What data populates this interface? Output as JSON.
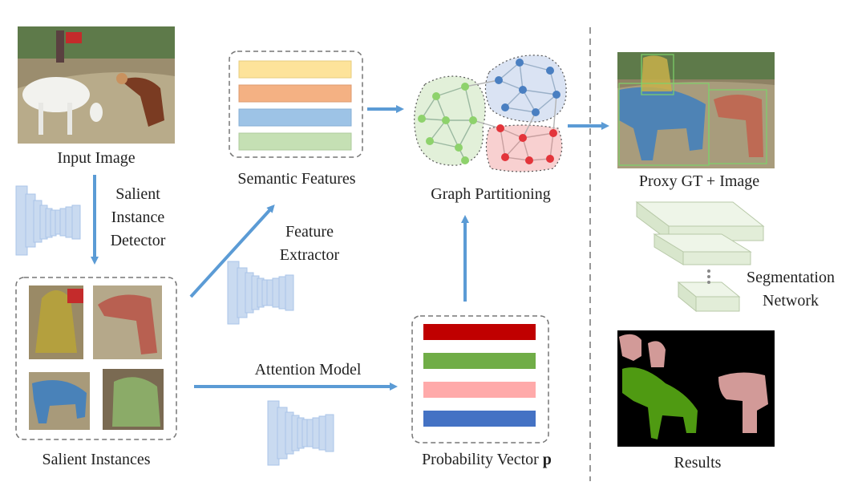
{
  "labels": {
    "input_image": "Input Image",
    "detector": [
      "Salient",
      "Instance",
      "Detector"
    ],
    "salient_instances": "Salient Instances",
    "semantic_features": "Semantic Features",
    "feature_extractor": [
      "Feature",
      "Extractor"
    ],
    "graph_partitioning": "Graph Partitioning",
    "attention_model": "Attention Model",
    "probability_vector": "Probability Vector",
    "probability_vector_symbol": "p",
    "proxy_gt": "Proxy GT + Image",
    "segmentation_network": [
      "Segmentation",
      "Network"
    ],
    "results": "Results"
  },
  "colors": {
    "arrow": "#5b9bd5",
    "feature_bars": [
      "#fde39a",
      "#f4b183",
      "#9dc3e6",
      "#c5e0b4"
    ],
    "prob_bars": [
      "#c00000",
      "#70ad47",
      "#ffaaaa",
      "#4472c4"
    ],
    "graph_groups": [
      "#8ed26c",
      "#4a7fc1",
      "#e3343a"
    ],
    "graph_group_fills": [
      "#e2f0d9",
      "#dae3f3",
      "#f8d0d0"
    ],
    "mask_green": "#4f9a12",
    "mask_pink": "#d29a98"
  }
}
